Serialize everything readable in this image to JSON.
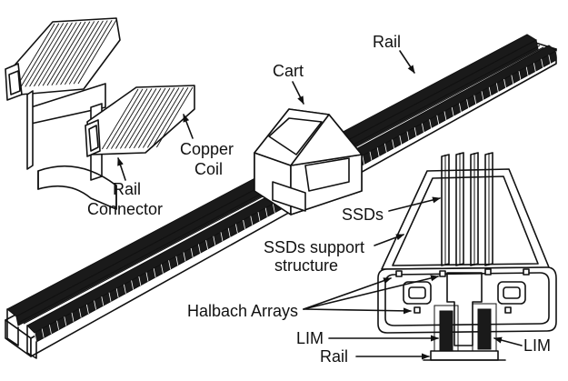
{
  "labels": {
    "rail_top": "Rail",
    "cart": "Cart",
    "copper_coil_1": "Copper",
    "copper_coil_2": "Coil",
    "rail_connector_1": "Rail",
    "rail_connector_2": "Connector",
    "ssds": "SSDs",
    "ssds_support_1": "SSDs support",
    "ssds_support_2": "structure",
    "halbach": "Halbach Arrays",
    "lim_left": "LIM",
    "lim_right": "LIM",
    "rail_bottom": "Rail"
  },
  "colors": {
    "ink": "#111111",
    "magnet": "#1a1a1a",
    "background": "#ffffff"
  },
  "icons": [
    "arrow-icon"
  ]
}
